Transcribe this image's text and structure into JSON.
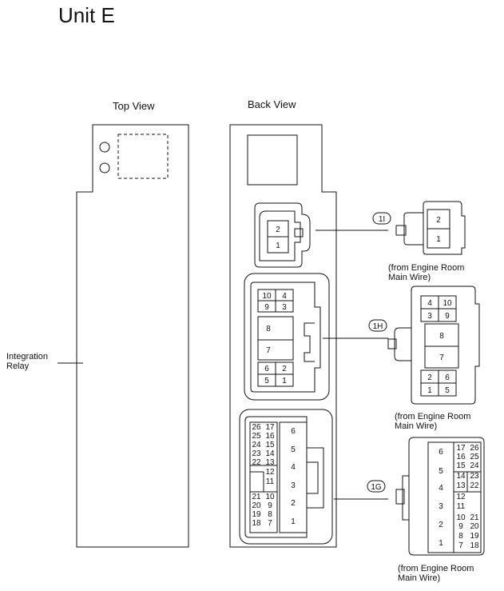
{
  "title": "Unit E",
  "views": {
    "top": "Top View",
    "back": "Back View"
  },
  "relay_label": [
    "Integration",
    "Relay"
  ],
  "connectors": {
    "c1i": {
      "code": "1I",
      "pins": [
        "1",
        "2"
      ],
      "note": [
        "(from Engine Room",
        "Main Wire)"
      ]
    },
    "c1h": {
      "code": "1H",
      "pins": [
        "1",
        "2",
        "3",
        "4",
        "5",
        "6",
        "7",
        "8",
        "9",
        "10"
      ],
      "note": [
        "(from Engine Room",
        "Main Wire)"
      ]
    },
    "c1g": {
      "code": "1G",
      "pins": [
        "1",
        "2",
        "3",
        "4",
        "5",
        "6",
        "7",
        "8",
        "9",
        "10",
        "11",
        "12",
        "13",
        "14",
        "15",
        "16",
        "17",
        "18",
        "19",
        "20",
        "21",
        "22",
        "23",
        "24",
        "25",
        "26"
      ],
      "note": [
        "(from Engine Room",
        "Main Wire)"
      ]
    }
  }
}
